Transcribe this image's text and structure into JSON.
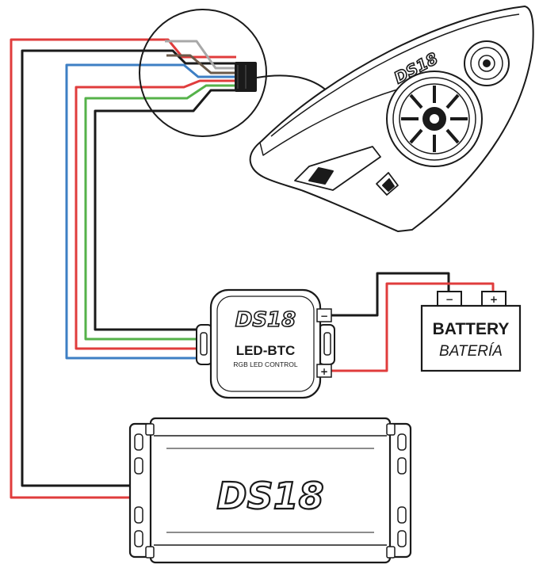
{
  "brand": {
    "logo_text": "DS18"
  },
  "controller": {
    "model": "LED-BTC",
    "subtitle": "RGB LED CONTROL",
    "neg_terminal": "−",
    "pos_terminal": "+"
  },
  "battery": {
    "label_en": "BATTERY",
    "label_es": "BATERÍA",
    "neg_terminal": "−",
    "pos_terminal": "+"
  },
  "amplifier": {
    "logo_text": "DS18"
  },
  "wires": {
    "red": "#e03c3c",
    "black": "#1a1a1a",
    "blue": "#3d7fc4",
    "green": "#55b24a",
    "gray": "#a8a8a8",
    "brown": "#6b5a4a"
  }
}
